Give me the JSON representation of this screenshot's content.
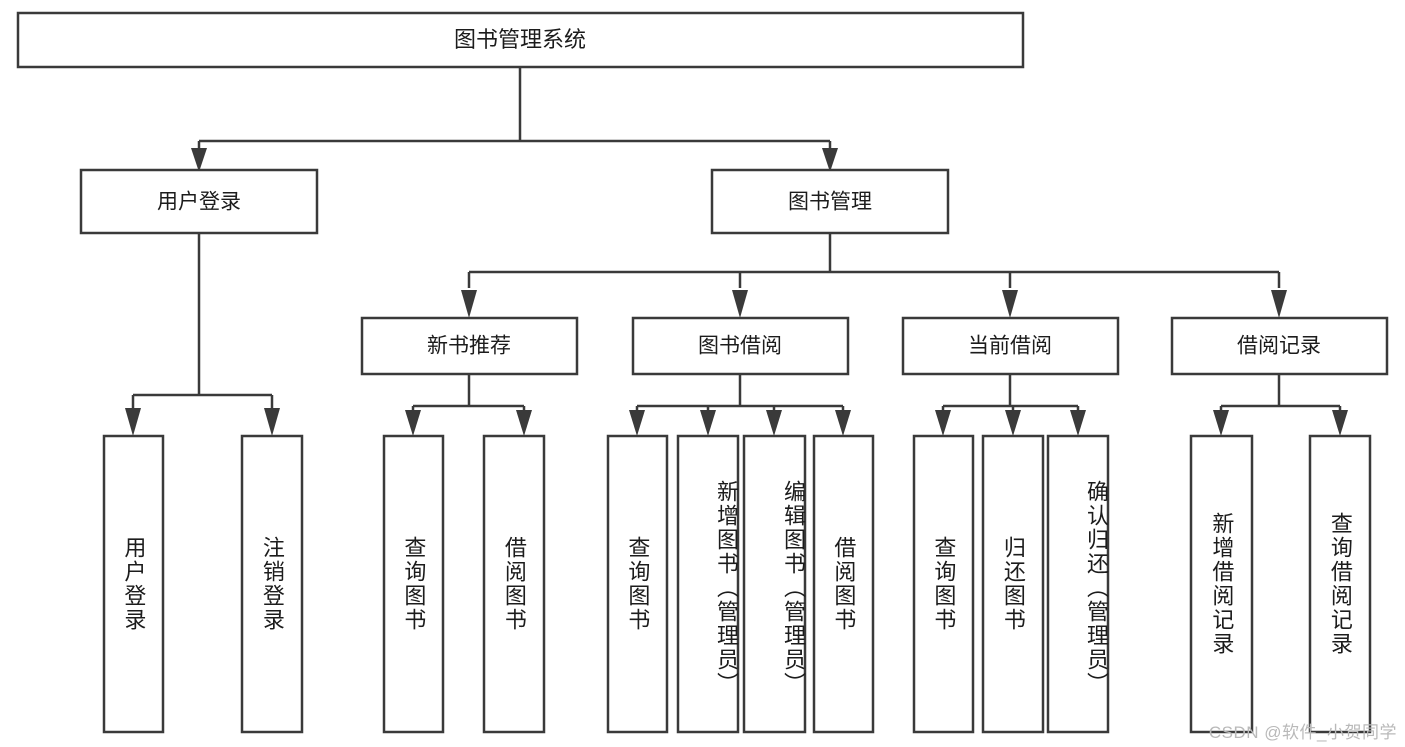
{
  "diagram": {
    "title": "图书管理系统",
    "type": "tree",
    "watermark": "CSDN @软件_小贺同学",
    "colors": {
      "stroke": "#3a3a3a",
      "fill": "#ffffff",
      "text": "#1c1c1c",
      "watermark": "#b9b9b9"
    },
    "root": {
      "label": "图书管理系统"
    },
    "level1": [
      {
        "label": "用户登录"
      },
      {
        "label": "图书管理"
      }
    ],
    "level2": [
      {
        "label": "新书推荐"
      },
      {
        "label": "图书借阅"
      },
      {
        "label": "当前借阅"
      },
      {
        "label": "借阅记录"
      }
    ],
    "leaves": {
      "user_login": [
        {
          "label": "用户登录"
        },
        {
          "label": "注销登录"
        }
      ],
      "new_book_recommend": [
        {
          "label": "查询图书"
        },
        {
          "label": "借阅图书"
        }
      ],
      "book_borrow": [
        {
          "label": "查询图书"
        },
        {
          "label": "新增图书（管理员）"
        },
        {
          "label": "编辑图书（管理员）"
        },
        {
          "label": "借阅图书"
        }
      ],
      "current_borrow": [
        {
          "label": "查询图书"
        },
        {
          "label": "归还图书"
        },
        {
          "label": "确认归还（管理员）"
        }
      ],
      "borrow_record": [
        {
          "label": "新增借阅记录"
        },
        {
          "label": "查询借阅记录"
        }
      ]
    }
  }
}
